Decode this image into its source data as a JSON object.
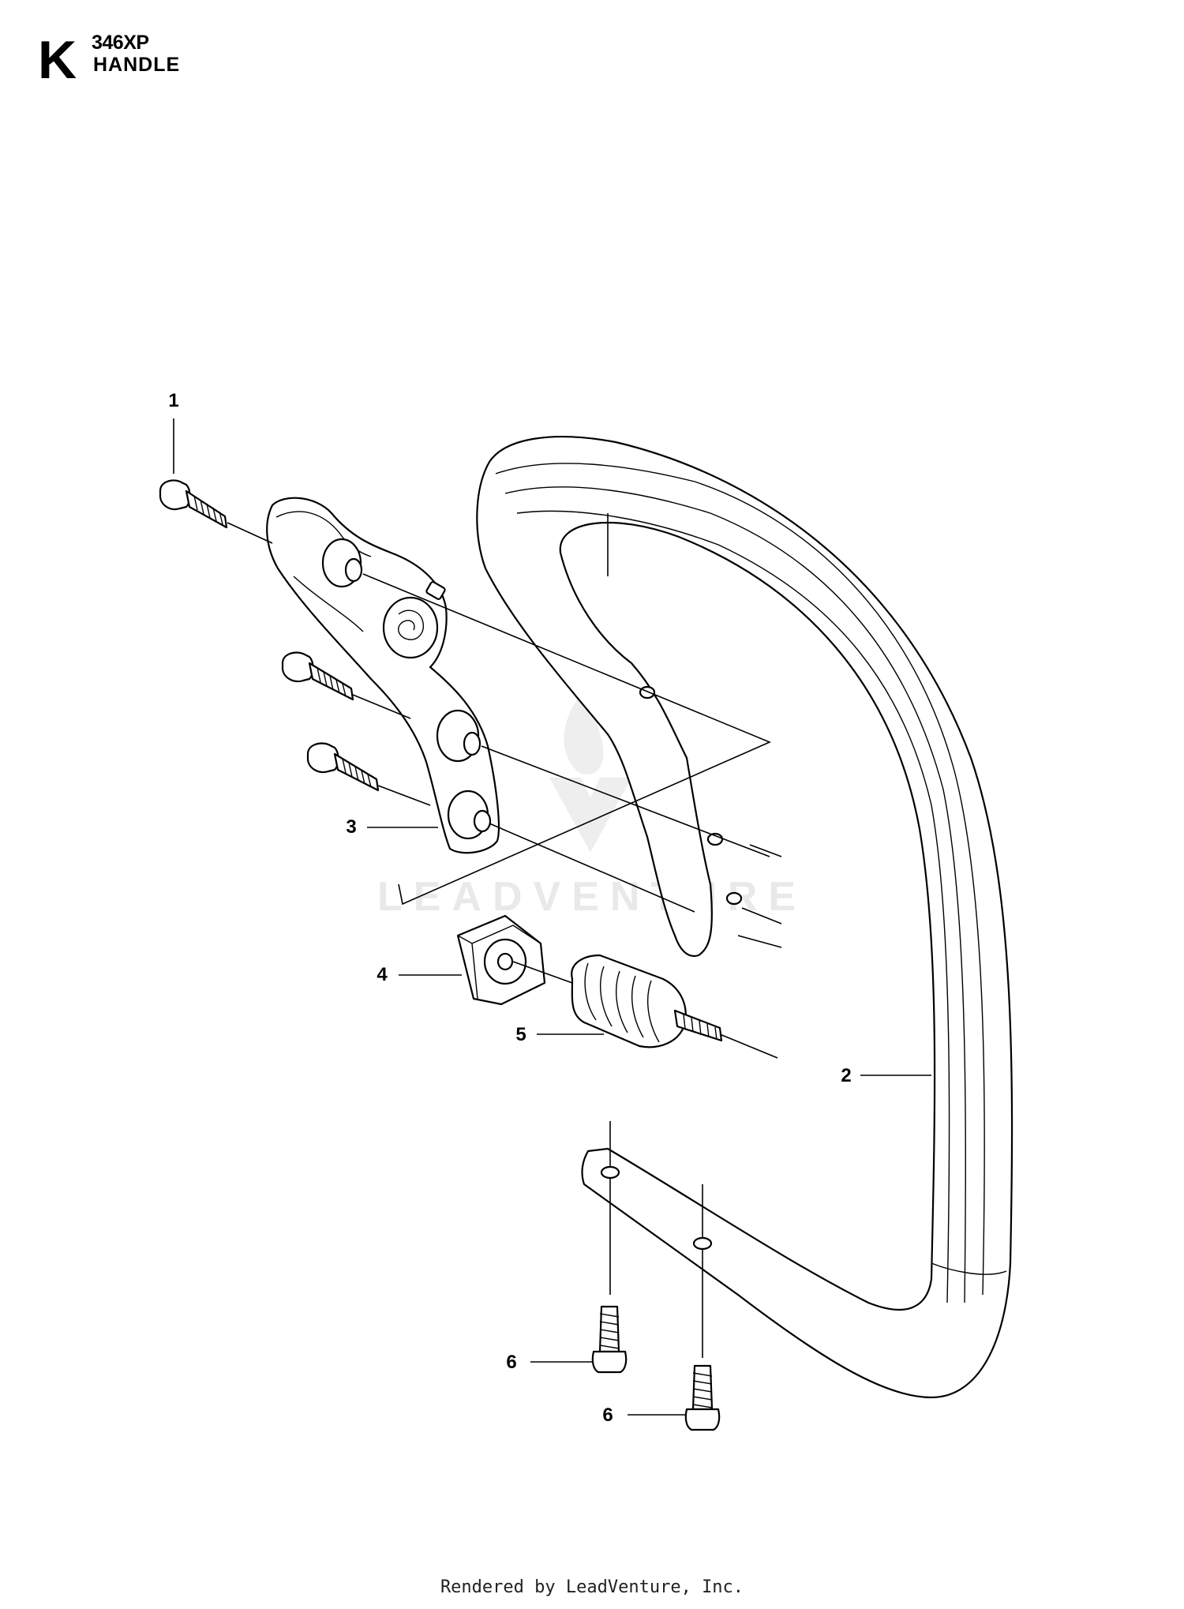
{
  "header": {
    "section_letter": "K",
    "model": "346XP",
    "title": "HANDLE"
  },
  "callouts": [
    "1",
    "2",
    "3",
    "4",
    "5",
    "6",
    "6"
  ],
  "watermark": "LEADVENTURE",
  "footer": "Rendered by LeadVenture, Inc."
}
